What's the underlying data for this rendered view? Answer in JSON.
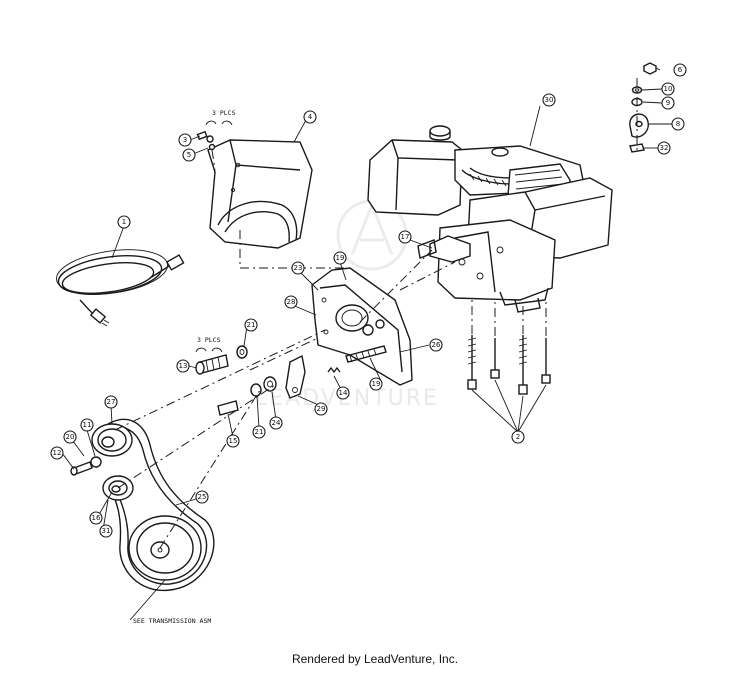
{
  "diagram": {
    "watermark": "LEADVENTURE",
    "notes": {
      "plcs_top": "3 PLCS",
      "plcs_mid": "3 PLCS",
      "see_transmission": "SEE TRANSMISSION ASM"
    },
    "callouts": [
      {
        "id": "c1",
        "label": "1"
      },
      {
        "id": "c2",
        "label": "2"
      },
      {
        "id": "c3",
        "label": "3"
      },
      {
        "id": "c4",
        "label": "4"
      },
      {
        "id": "c5",
        "label": "5"
      },
      {
        "id": "c6",
        "label": "6"
      },
      {
        "id": "c8",
        "label": "8"
      },
      {
        "id": "c9",
        "label": "9"
      },
      {
        "id": "c10",
        "label": "10"
      },
      {
        "id": "c11",
        "label": "11"
      },
      {
        "id": "c12",
        "label": "12"
      },
      {
        "id": "c13",
        "label": "13"
      },
      {
        "id": "c14",
        "label": "14"
      },
      {
        "id": "c15",
        "label": "15"
      },
      {
        "id": "c16",
        "label": "16"
      },
      {
        "id": "c17",
        "label": "17"
      },
      {
        "id": "c19a",
        "label": "19"
      },
      {
        "id": "c19b",
        "label": "19"
      },
      {
        "id": "c20",
        "label": "20"
      },
      {
        "id": "c21a",
        "label": "21"
      },
      {
        "id": "c21b",
        "label": "21"
      },
      {
        "id": "c23",
        "label": "23"
      },
      {
        "id": "c24",
        "label": "24"
      },
      {
        "id": "c25",
        "label": "25"
      },
      {
        "id": "c26",
        "label": "26"
      },
      {
        "id": "c27",
        "label": "27"
      },
      {
        "id": "c28",
        "label": "28"
      },
      {
        "id": "c29",
        "label": "29"
      },
      {
        "id": "c30",
        "label": "30"
      },
      {
        "id": "c31",
        "label": "31"
      },
      {
        "id": "c32",
        "label": "32"
      }
    ]
  },
  "footer": {
    "text": "Rendered by LeadVenture, Inc."
  }
}
